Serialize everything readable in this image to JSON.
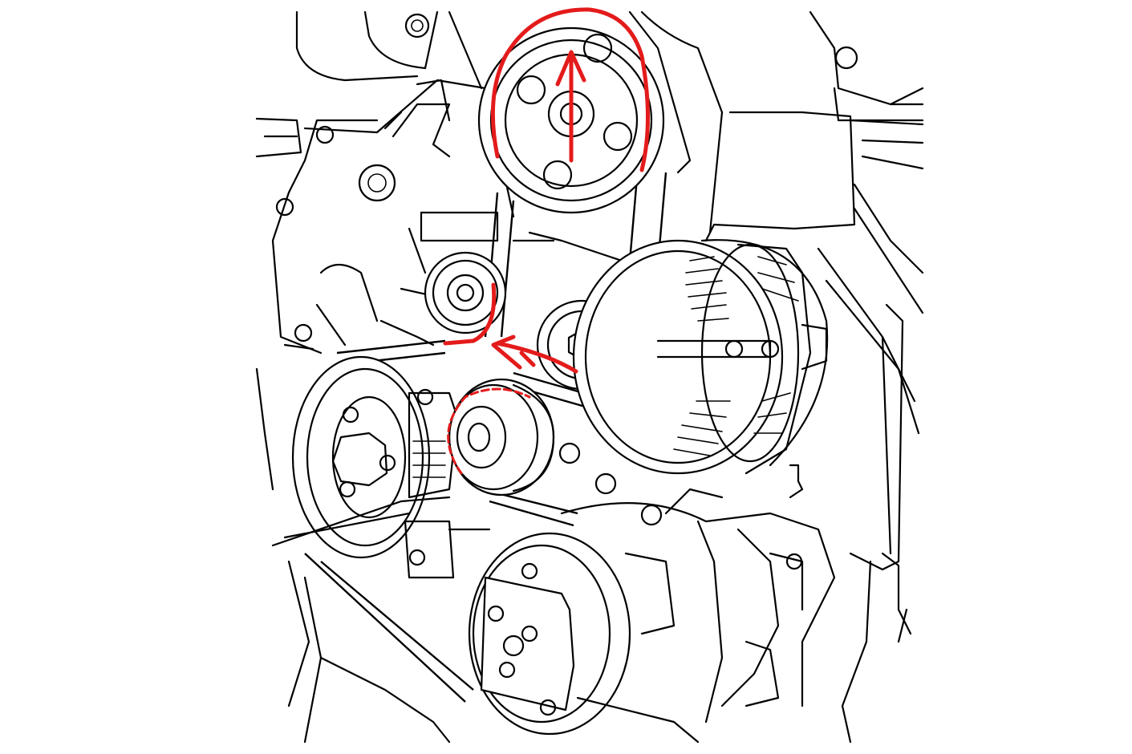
{
  "diagram": {
    "subject": "",
    "components": [
      {
        "id": "power-steering-pulley"
      },
      {
        "id": "idler-pulley-upper"
      },
      {
        "id": "belt-tensioner"
      },
      {
        "id": "alternator"
      },
      {
        "id": "crankshaft-pulley"
      },
      {
        "id": "idler-pulley-lower"
      },
      {
        "id": "ac-compressor"
      }
    ],
    "annotations": {
      "color": "#e41b1b",
      "marks": [
        "loop-around-top-pulley",
        "up-arrow-top-pulley",
        "left-arrow-tensioner",
        "highlight-idler-pulley"
      ]
    },
    "line_color": "#000000",
    "background": "#ffffff"
  }
}
